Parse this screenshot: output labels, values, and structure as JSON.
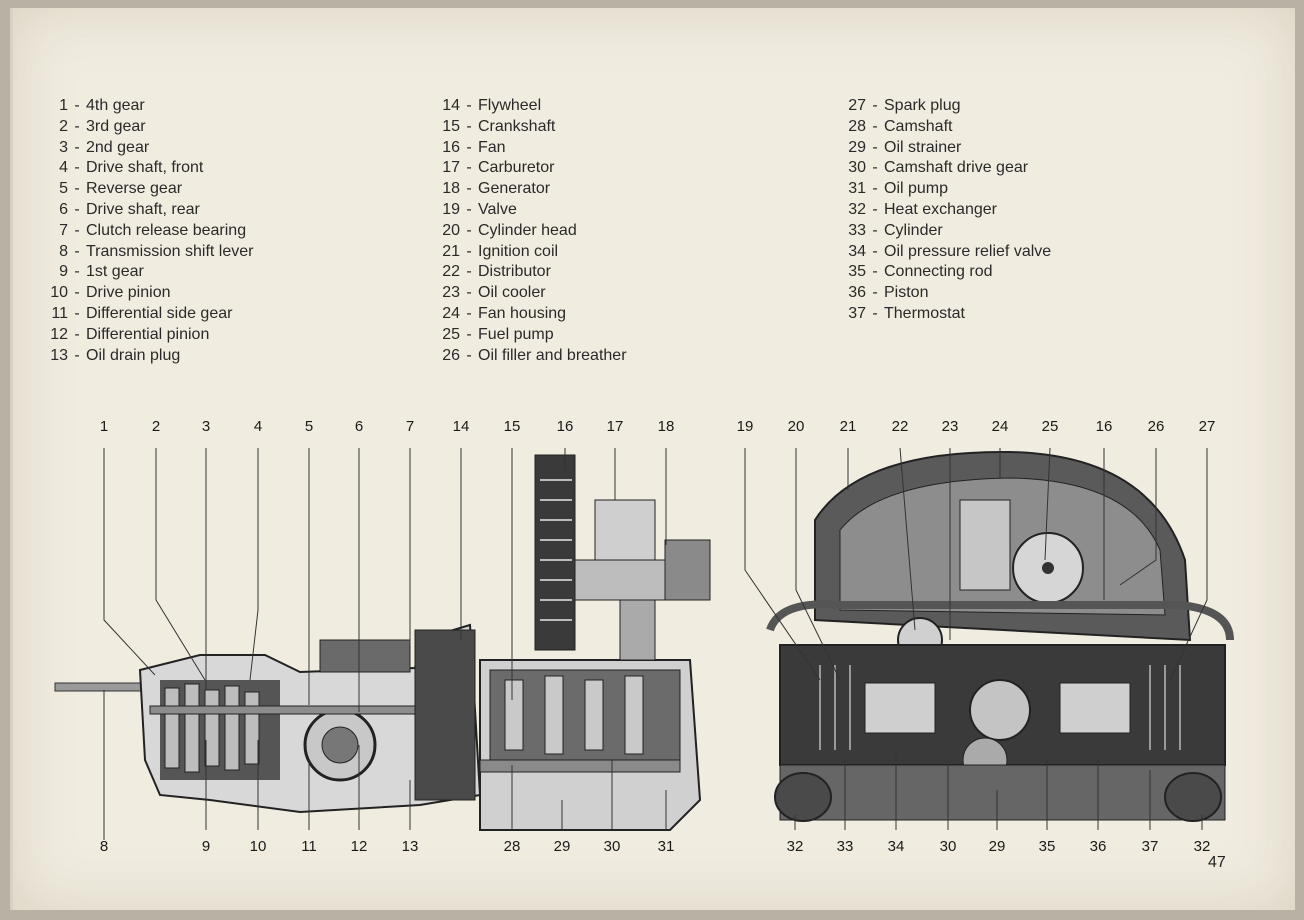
{
  "legend": {
    "col1": [
      {
        "num": "1",
        "label": "4th gear"
      },
      {
        "num": "2",
        "label": "3rd gear"
      },
      {
        "num": "3",
        "label": "2nd gear"
      },
      {
        "num": "4",
        "label": "Drive shaft, front"
      },
      {
        "num": "5",
        "label": "Reverse gear"
      },
      {
        "num": "6",
        "label": "Drive shaft, rear"
      },
      {
        "num": "7",
        "label": "Clutch release bearing"
      },
      {
        "num": "8",
        "label": "Transmission shift lever"
      },
      {
        "num": "9",
        "label": "1st gear"
      },
      {
        "num": "10",
        "label": "Drive pinion"
      },
      {
        "num": "11",
        "label": "Differential side gear"
      },
      {
        "num": "12",
        "label": "Differential pinion"
      },
      {
        "num": "13",
        "label": "Oil drain plug"
      }
    ],
    "col2": [
      {
        "num": "14",
        "label": "Flywheel"
      },
      {
        "num": "15",
        "label": "Crankshaft"
      },
      {
        "num": "16",
        "label": "Fan"
      },
      {
        "num": "17",
        "label": "Carburetor"
      },
      {
        "num": "18",
        "label": "Generator"
      },
      {
        "num": "19",
        "label": "Valve"
      },
      {
        "num": "20",
        "label": "Cylinder head"
      },
      {
        "num": "21",
        "label": "Ignition coil"
      },
      {
        "num": "22",
        "label": "Distributor"
      },
      {
        "num": "23",
        "label": "Oil cooler"
      },
      {
        "num": "24",
        "label": "Fan housing"
      },
      {
        "num": "25",
        "label": "Fuel pump"
      },
      {
        "num": "26",
        "label": "Oil filler and breather"
      }
    ],
    "col3": [
      {
        "num": "27",
        "label": "Spark plug"
      },
      {
        "num": "28",
        "label": "Camshaft"
      },
      {
        "num": "29",
        "label": "Oil strainer"
      },
      {
        "num": "30",
        "label": "Camshaft drive gear"
      },
      {
        "num": "31",
        "label": "Oil pump"
      },
      {
        "num": "32",
        "label": "Heat exchanger"
      },
      {
        "num": "33",
        "label": "Cylinder"
      },
      {
        "num": "34",
        "label": "Oil pressure relief valve"
      },
      {
        "num": "35",
        "label": "Connecting rod"
      },
      {
        "num": "36",
        "label": "Piston"
      },
      {
        "num": "37",
        "label": "Thermostat"
      }
    ]
  },
  "callouts": {
    "top_left": [
      "1",
      "2",
      "3",
      "4",
      "5",
      "6",
      "7",
      "14",
      "15",
      "16",
      "17",
      "18"
    ],
    "top_right": [
      "19",
      "20",
      "21",
      "22",
      "23",
      "24",
      "25",
      "16",
      "26",
      "27"
    ],
    "bottom_left": [
      "8",
      "9",
      "10",
      "11",
      "12",
      "13",
      "28",
      "29",
      "30",
      "31"
    ],
    "bottom_right": [
      "32",
      "33",
      "34",
      "30",
      "29",
      "35",
      "36",
      "37",
      "32"
    ]
  },
  "page_number": "47",
  "colors": {
    "paper": "#f1ece0",
    "ink": "#1a1a1a",
    "drawing_dark": "#2b2b2b",
    "drawing_mid": "#8a8a8a"
  }
}
